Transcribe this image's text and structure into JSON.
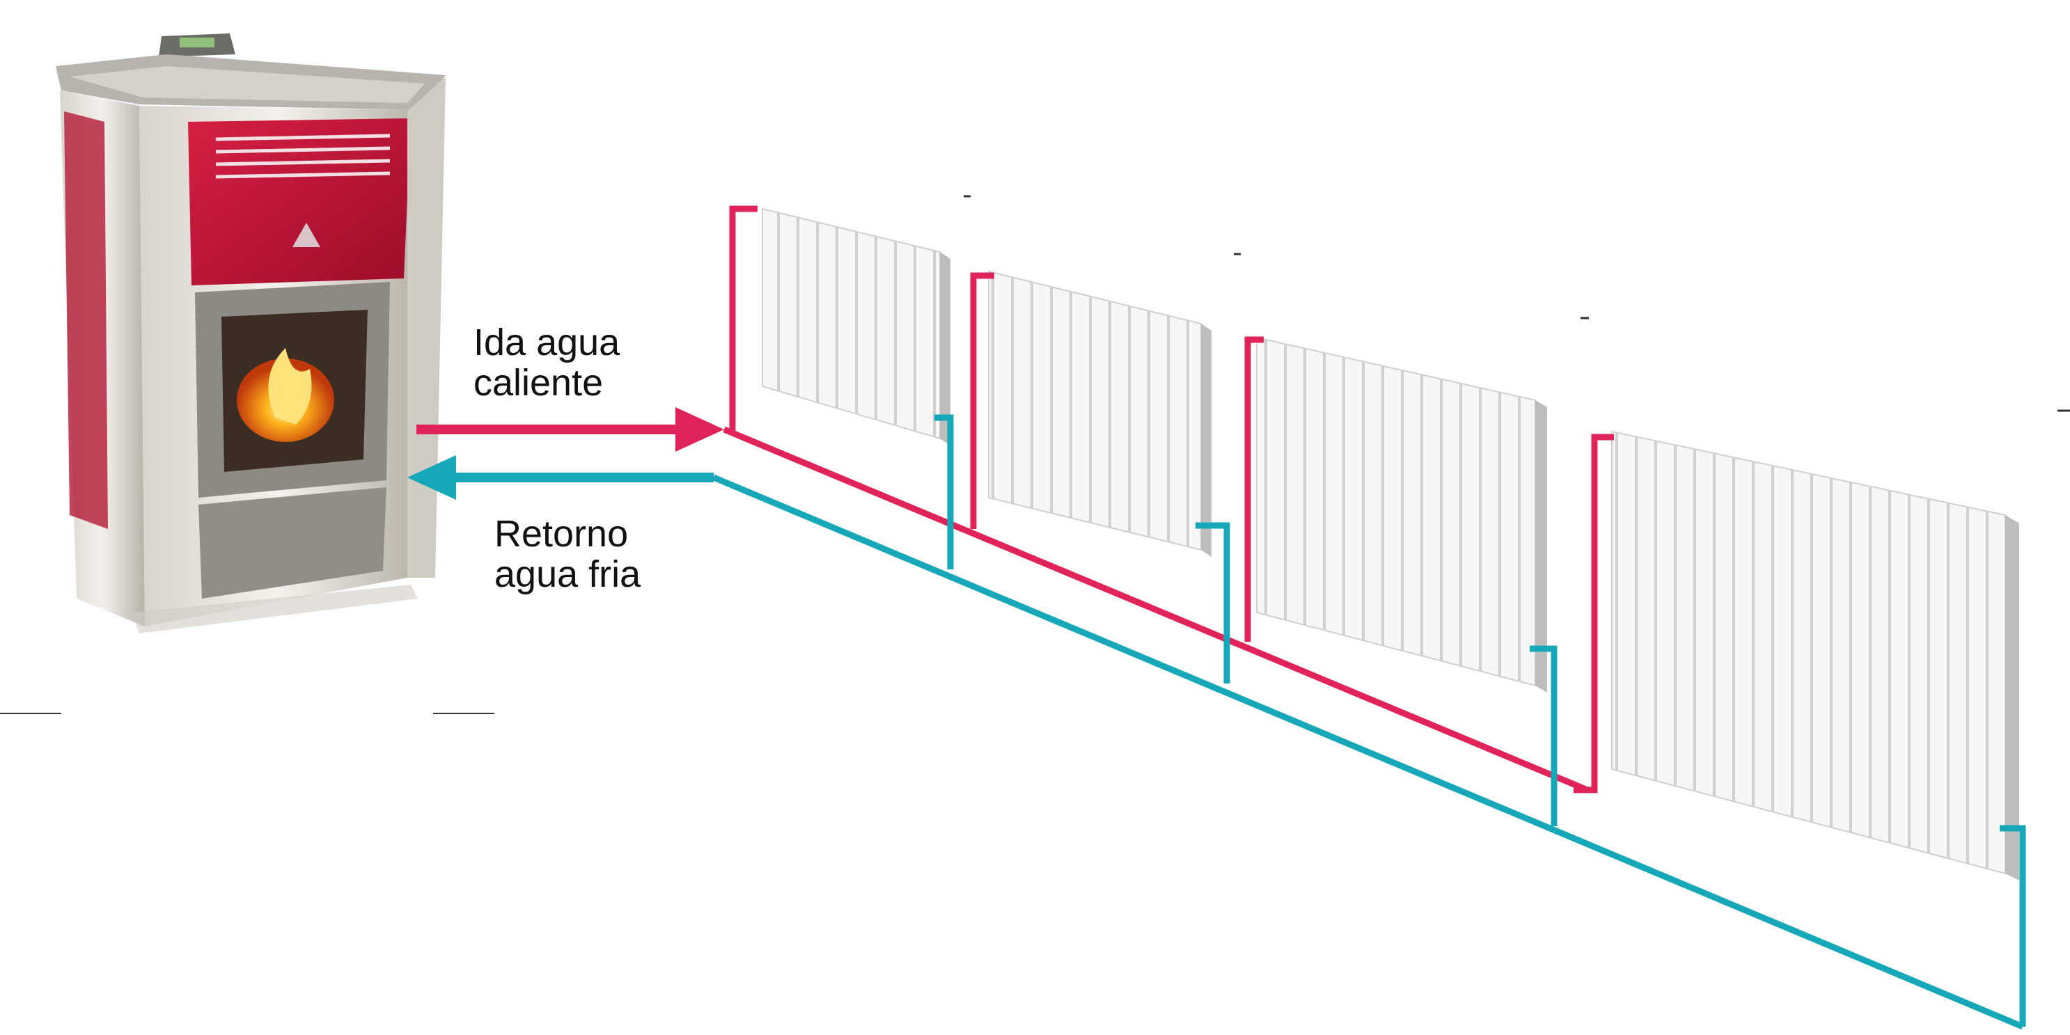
{
  "labels": {
    "supply_line1": "Ida agua",
    "supply_line2": "caliente",
    "return_line1": "Retorno",
    "return_line2": "agua fria"
  },
  "colors": {
    "supply": "#e0245a",
    "return": "#16a7b8",
    "stove_red": "#c8143a",
    "stove_steel": "#c9c5bd",
    "radiator": "#f3f3f3"
  },
  "icons": [
    "pellet-stove-icon",
    "flame-icon",
    "radiator-icon",
    "arrow-right-icon",
    "arrow-left-icon"
  ]
}
